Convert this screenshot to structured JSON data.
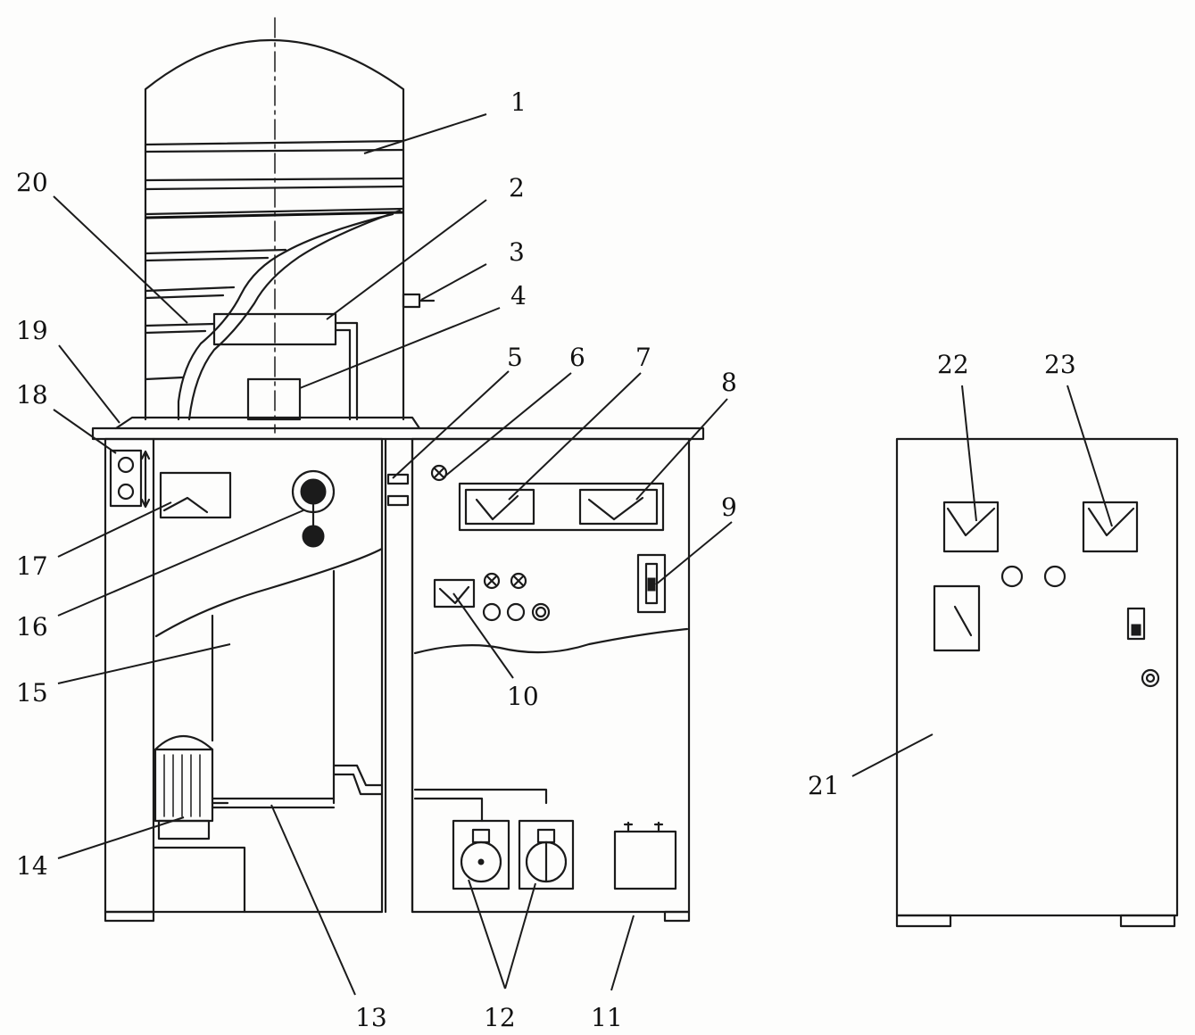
{
  "figure": {
    "labels": [
      {
        "id": "1",
        "text": "1"
      },
      {
        "id": "2",
        "text": "2"
      },
      {
        "id": "3",
        "text": "3"
      },
      {
        "id": "4",
        "text": "4"
      },
      {
        "id": "5",
        "text": "5"
      },
      {
        "id": "6",
        "text": "6"
      },
      {
        "id": "7",
        "text": "7"
      },
      {
        "id": "8",
        "text": "8"
      },
      {
        "id": "9",
        "text": "9"
      },
      {
        "id": "10",
        "text": "10"
      },
      {
        "id": "11",
        "text": "11"
      },
      {
        "id": "12",
        "text": "12"
      },
      {
        "id": "13",
        "text": "13"
      },
      {
        "id": "14",
        "text": "14"
      },
      {
        "id": "15",
        "text": "15"
      },
      {
        "id": "16",
        "text": "16"
      },
      {
        "id": "17",
        "text": "17"
      },
      {
        "id": "18",
        "text": "18"
      },
      {
        "id": "19",
        "text": "19"
      },
      {
        "id": "20",
        "text": "20"
      },
      {
        "id": "21",
        "text": "21"
      },
      {
        "id": "22",
        "text": "22"
      },
      {
        "id": "23",
        "text": "23"
      }
    ],
    "colors": {
      "ink": "#1b1b1b",
      "paper": "#fdfdfc"
    }
  }
}
